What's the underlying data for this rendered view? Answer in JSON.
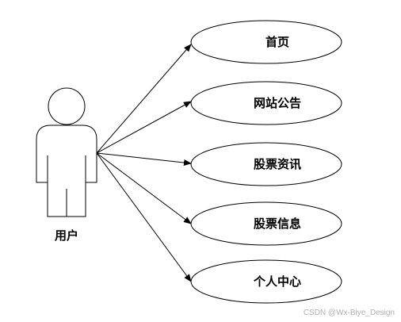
{
  "actor": {
    "name": "用户"
  },
  "use_cases": [
    {
      "label": "首页"
    },
    {
      "label": "网站公告"
    },
    {
      "label": "股票资讯"
    },
    {
      "label": "股票信息"
    },
    {
      "label": "个人中心"
    }
  ],
  "watermark": "CSDN @Wx-Biye_Design",
  "colors": {
    "stroke": "#000000",
    "background": "#ffffff"
  }
}
